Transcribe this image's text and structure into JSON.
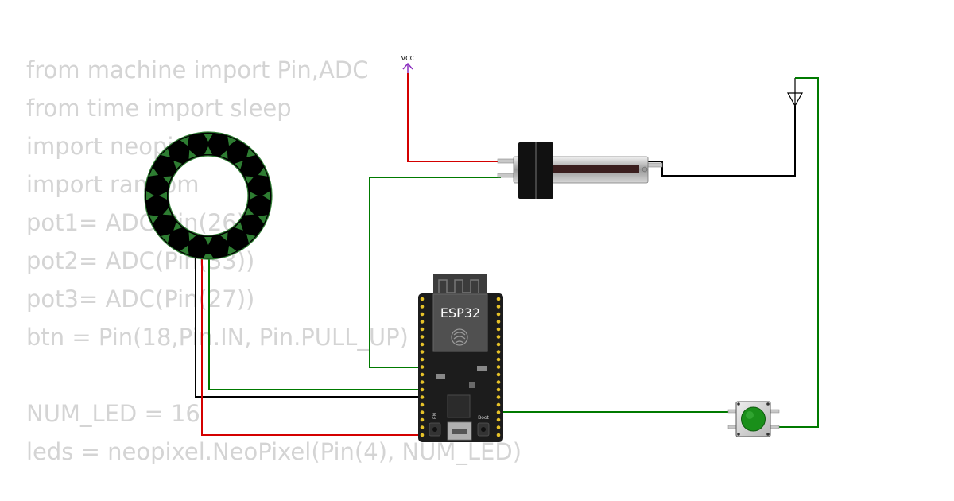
{
  "code_lines": [
    "from machine import Pin,ADC",
    "from time import sleep",
    "import neopixel",
    "import random",
    "pot1= ADC(Pin(26))",
    "pot2= ADC(Pin(33))",
    "pot3= ADC(Pin(27))",
    "btn = Pin(18,Pin.IN, Pin.PULL_UP)",
    "",
    "NUM_LED = 16",
    "leds = neopixel.NeoPixel(Pin(4), NUM_LED)"
  ],
  "vcc_label": "VCC",
  "esp32_label": "ESP32",
  "board_small_labels": {
    "en": "EN",
    "boot": "Boot"
  },
  "wire_colors": {
    "red": "#d40000",
    "green": "#007a00",
    "black": "#000000",
    "vcc": "#8b2dbf"
  },
  "ring": {
    "led_count": 16,
    "body_color": "#000000",
    "accent_color": "#2e7d32"
  },
  "button": {
    "cap_color": "#1a8f1a"
  }
}
